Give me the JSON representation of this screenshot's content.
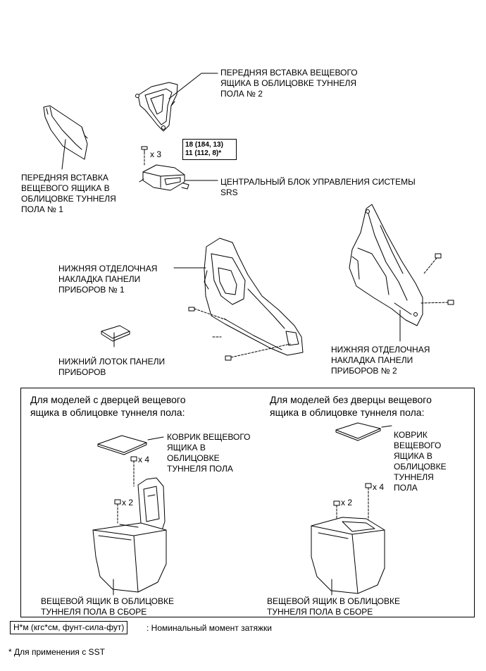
{
  "labels": {
    "front_insert_2": "ПЕРЕДНЯЯ ВСТАВКА ВЕЩЕВОГО\nЯЩИКА В ОБЛИЦОВКЕ ТУННЕЛЯ\nПОЛА № 2",
    "front_insert_1": "ПЕРЕДНЯЯ ВСТАВКА\nВЕЩЕВОГО ЯЩИКА В\nОБЛИЦОВКЕ ТУННЕЛЯ\nПОЛА № 1",
    "srs_unit": "ЦЕНТРАЛЬНЫЙ БЛОК УПРАВЛЕНИЯ СИСТЕМЫ\nSRS",
    "lower_trim_1": "НИЖНЯЯ ОТДЕЛОЧНАЯ\nНАКЛАДКА ПАНЕЛИ\nПРИБОРОВ № 1",
    "lower_tray": "НИЖНИЙ ЛОТОК ПАНЕЛИ\nПРИБОРОВ",
    "lower_trim_2": "НИЖНЯЯ ОТДЕЛОЧНАЯ\nНАКЛАДКА ПАНЕЛИ\nПРИБОРОВ № 2",
    "mat_left": "КОВРИК ВЕЩЕВОГО\nЯЩИКА В\nОБЛИЦОВКЕ\nТУННЕЛЯ ПОЛА",
    "mat_right": "КОВРИК\nВЕЩЕВОГО\nЯЩИКА В\nОБЛИЦОВКЕ\nТУННЕЛЯ\nПОЛА",
    "box_left": "ВЕЩЕВОЙ ЯЩИК В ОБЛИЦОВКЕ\nТУННЕЛЯ ПОЛА В СБОРЕ",
    "box_right": "ВЕЩЕВОЙ ЯЩИК В ОБЛИЦОВКЕ\nТУННЕЛЯ ПОЛА В СБОРЕ"
  },
  "variants": {
    "with_door": "Для моделей с дверцей вещевого\nящика в облицовке туннеля пола:",
    "without_door": "Для моделей без дверцы вещевого\nящика в облицовке туннеля пола:"
  },
  "torque": {
    "line1": "18 (184, 13)",
    "line2": "11 (112, 8)*"
  },
  "counts": {
    "srs_bolts": "x 3",
    "left_x4": "x 4",
    "left_x2": "x 2",
    "right_x2": "x 2",
    "right_x4": "x 4"
  },
  "legend": {
    "unit": "Н*м (кгс*см, фунт-сила-фут)",
    "description": ": Номинальный момент затяжки"
  },
  "footnote": "* Для применения с SST"
}
